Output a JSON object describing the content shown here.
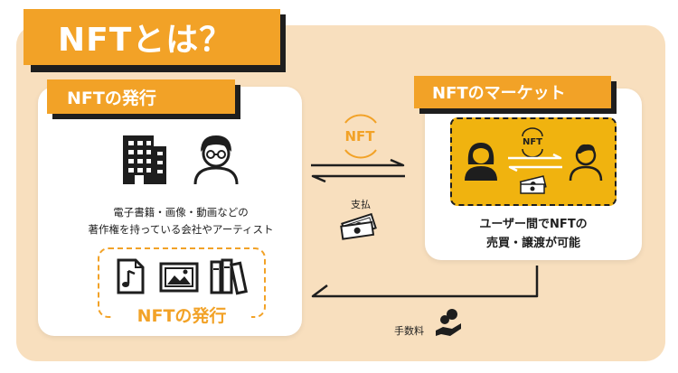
{
  "title": "NFTとは？",
  "issuance": {
    "label": "NFTの発行",
    "description_lines": [
      "電子書籍・画像・動画などの",
      "著作権を持っている会社やアーティスト"
    ],
    "bottom_label": "NFTの発行",
    "icons": [
      "building-icon",
      "person-icon",
      "music-file-icon",
      "picture-frame-icon",
      "books-icon"
    ]
  },
  "market": {
    "label": "NFTのマーケット",
    "inner_token": "NFT",
    "description_lines": [
      "ユーザー間でNFTの",
      "売買・譲渡が可能"
    ],
    "icons": [
      "woman-user-icon",
      "man-user-icon",
      "money-icon"
    ]
  },
  "flow": {
    "nft_token": "NFT",
    "payment_label": "支払",
    "fee_label": "手数料",
    "icons": [
      "exchange-arrows-icon",
      "money-icon",
      "coin-hand-icon"
    ]
  },
  "colors": {
    "accent": "#f2a227",
    "panel": "#f8dfbe",
    "market_fill": "#f0b30f",
    "dark": "#1e1e1e"
  }
}
